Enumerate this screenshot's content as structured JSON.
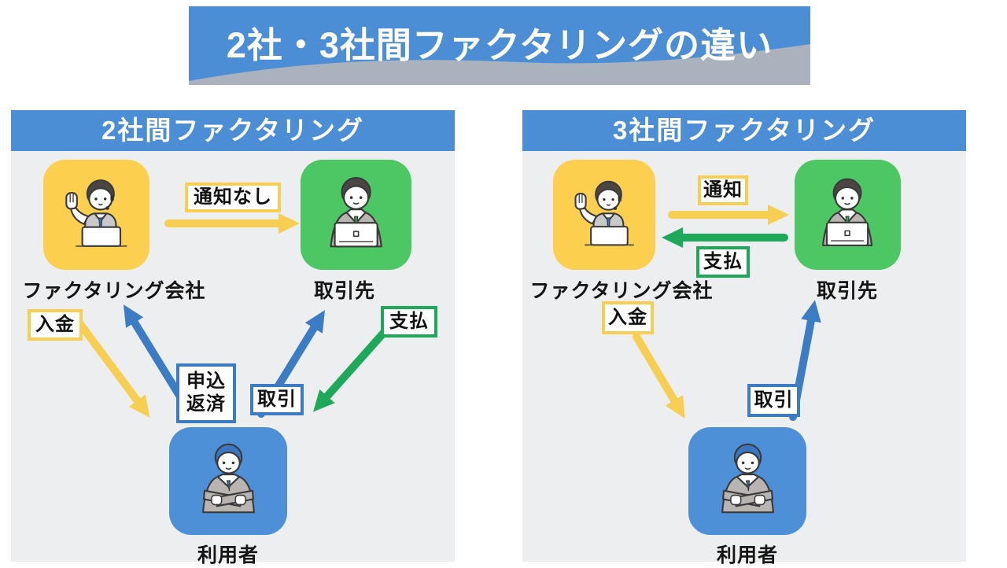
{
  "title": "2社・3社間ファクタリングの違い",
  "colors": {
    "banner_blue": "#4b8ed5",
    "wave_gray": "#aab3bd",
    "panel_bg": "#edeef0",
    "node_yellow": "#fccf4f",
    "node_green": "#4cc764",
    "node_blue": "#4e90d8",
    "arrow_yellow": "#f5ce52",
    "arrow_blue": "#3c7cc4",
    "arrow_green": "#1ea95a"
  },
  "panels": {
    "left": {
      "header": "2社間ファクタリング",
      "nodes": {
        "factoring": "ファクタリング会社",
        "client": "取引先",
        "user": "利用者"
      },
      "edges": {
        "notice": "通知なし",
        "deposit": "入金",
        "apply_line1": "申込",
        "apply_line2": "返済",
        "trade": "取引",
        "pay": "支払"
      }
    },
    "right": {
      "header": "3社間ファクタリング",
      "nodes": {
        "factoring": "ファクタリング会社",
        "client": "取引先",
        "user": "利用者"
      },
      "edges": {
        "notice": "通知",
        "pay": "支払",
        "deposit": "入金",
        "trade": "取引"
      }
    }
  }
}
